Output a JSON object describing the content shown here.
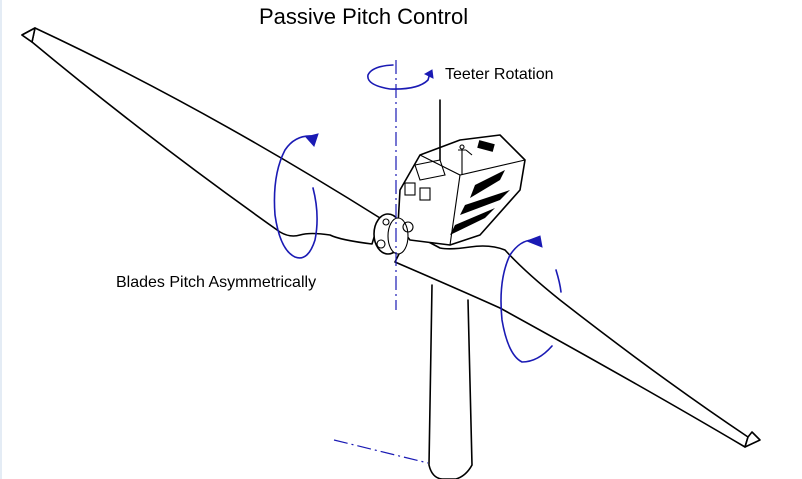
{
  "diagram": {
    "title": "Passive Pitch Control",
    "labels": {
      "teeter_rotation": "Teeter Rotation",
      "blades_pitch": "Blades Pitch Asymmetrically"
    },
    "colors": {
      "line_art": "#000000",
      "motion_arrows": "#1a1ab4",
      "background": "#ffffff"
    },
    "components": [
      "rotor-blade-left",
      "rotor-blade-right",
      "hub",
      "nacelle",
      "tower",
      "teeter-axis",
      "pitch-arrow-left",
      "pitch-arrow-right",
      "teeter-arrow",
      "ground-reference-line"
    ]
  }
}
